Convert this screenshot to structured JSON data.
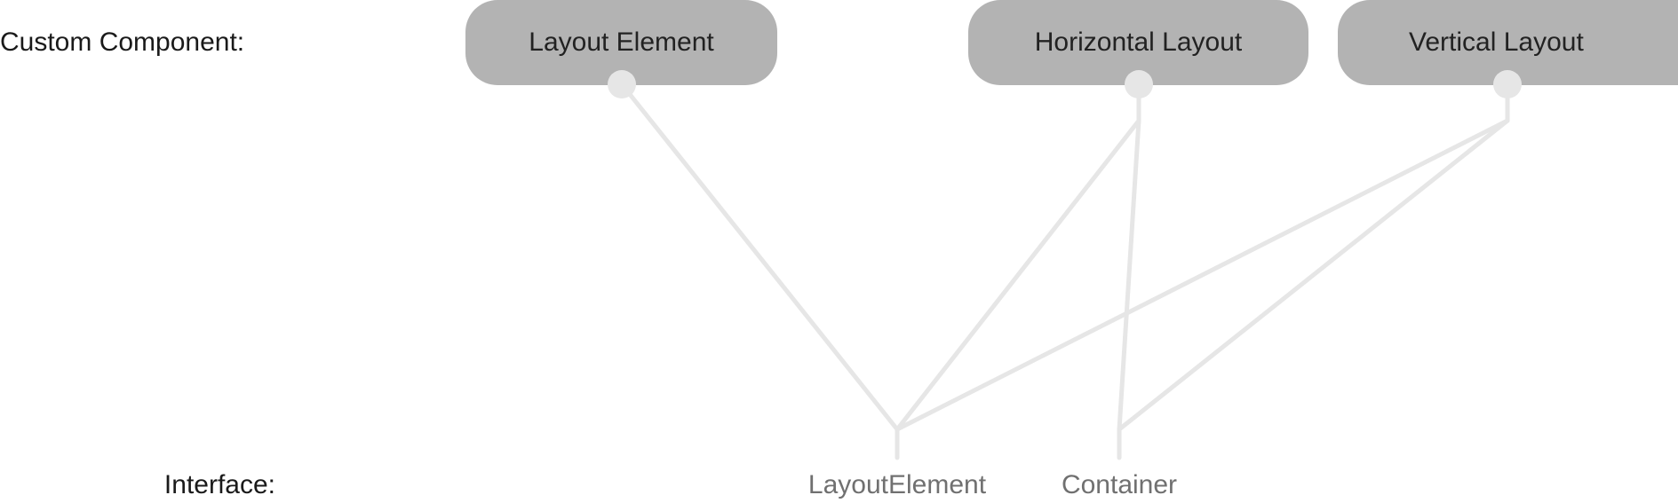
{
  "row_labels": {
    "custom_component": "Custom Component:",
    "interface": "Interface:"
  },
  "components": [
    {
      "label": "Layout Element",
      "implements": [
        "LayoutElement"
      ]
    },
    {
      "label": "Horizontal Layout",
      "implements": [
        "LayoutElement",
        "Container"
      ]
    },
    {
      "label": "Vertical Layout",
      "implements": [
        "LayoutElement",
        "Container"
      ]
    }
  ],
  "interfaces": [
    {
      "label": "LayoutElement"
    },
    {
      "label": "Container"
    }
  ],
  "colors": {
    "node": "#b3b3b3",
    "edge": "#e6e6e6",
    "interface_text": "#707070"
  }
}
